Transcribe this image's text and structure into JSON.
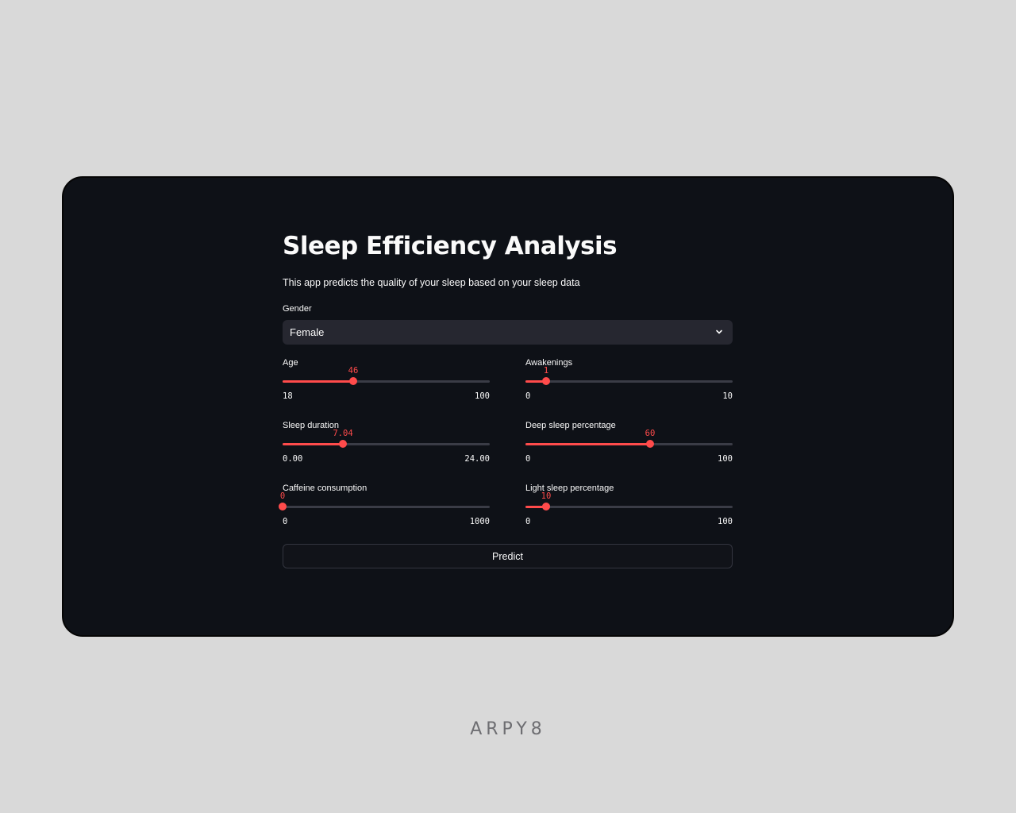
{
  "app": {
    "title": "Sleep Efficiency Analysis",
    "subtitle": "This app predicts the quality of your sleep based on your sleep data"
  },
  "gender": {
    "label": "Gender",
    "value": "Female"
  },
  "sliders": {
    "age": {
      "label": "Age",
      "value": "46",
      "min": "18",
      "max": "100",
      "fraction": 0.341
    },
    "awakenings": {
      "label": "Awakenings",
      "value": "1",
      "min": "0",
      "max": "10",
      "fraction": 0.1
    },
    "sleep_duration": {
      "label": "Sleep duration",
      "value": "7.04",
      "min": "0.00",
      "max": "24.00",
      "fraction": 0.293
    },
    "deep_sleep": {
      "label": "Deep sleep percentage",
      "value": "60",
      "min": "0",
      "max": "100",
      "fraction": 0.6
    },
    "caffeine": {
      "label": "Caffeine consumption",
      "value": "0",
      "min": "0",
      "max": "1000",
      "fraction": 0.0
    },
    "light_sleep": {
      "label": "Light sleep percentage",
      "value": "10",
      "min": "0",
      "max": "100",
      "fraction": 0.1
    }
  },
  "predict_button": {
    "label": "Predict"
  },
  "watermark": {
    "text": "ARPY8"
  },
  "colors": {
    "accent": "#ff4b4b",
    "background": "#0e1117",
    "page": "#d9d9d9"
  },
  "icons": {
    "select_chevron": "chevron-down-icon"
  }
}
